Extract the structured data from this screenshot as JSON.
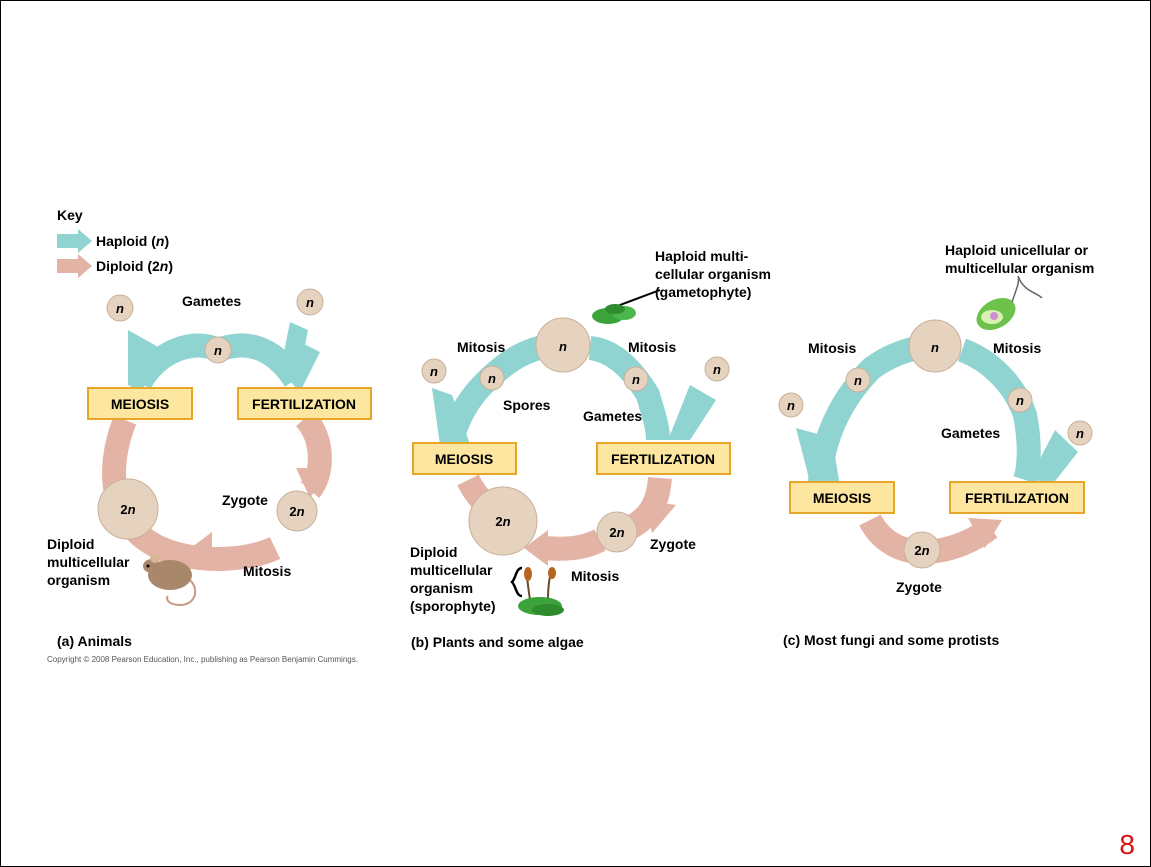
{
  "key": {
    "title": "Key",
    "haploid_label": "Haploid (",
    "haploid_n": "n",
    "diploid_label": "Diploid (2",
    "diploid_n": "n",
    "close": ")"
  },
  "cells": {
    "n": "n",
    "two": "2"
  },
  "colors": {
    "haploid": "#8fd4d0",
    "diploid": "#e3b3a5",
    "box_fill": "#fde7a0",
    "box_stroke": "#e8a628",
    "cell": "#e6d3bf",
    "slide_number": "#e01010"
  },
  "panels": {
    "a": {
      "gametes": "Gametes",
      "meiosis": "MEIOSIS",
      "fertilization": "FERTILIZATION",
      "zygote": "Zygote",
      "mitosis": "Mitosis",
      "diploid_1": "Diploid",
      "diploid_2": "multicellular",
      "diploid_3": "organism",
      "caption": "(a) Animals"
    },
    "b": {
      "haploid_1": "Haploid multi-",
      "haploid_2": "cellular organism",
      "haploid_3": "(gametophyte)",
      "mitosis_left": "Mitosis",
      "mitosis_right": "Mitosis",
      "spores": "Spores",
      "gametes": "Gametes",
      "meiosis": "MEIOSIS",
      "fertilization": "FERTILIZATION",
      "zygote": "Zygote",
      "mitosis_bottom": "Mitosis",
      "diploid_1": "Diploid",
      "diploid_2": "multicellular",
      "diploid_3": "organism",
      "diploid_4": "(sporophyte)",
      "caption": "(b) Plants and some algae"
    },
    "c": {
      "haploid_1": "Haploid unicellular or",
      "haploid_2": "multicellular organism",
      "mitosis_left": "Mitosis",
      "mitosis_right": "Mitosis",
      "gametes": "Gametes",
      "meiosis": "MEIOSIS",
      "fertilization": "FERTILIZATION",
      "zygote": "Zygote",
      "caption": "(c) Most fungi and some protists"
    }
  },
  "copyright": "Copyright © 2008 Pearson Education, Inc., publishing as Pearson Benjamin Cummings.",
  "slide_number": "8"
}
